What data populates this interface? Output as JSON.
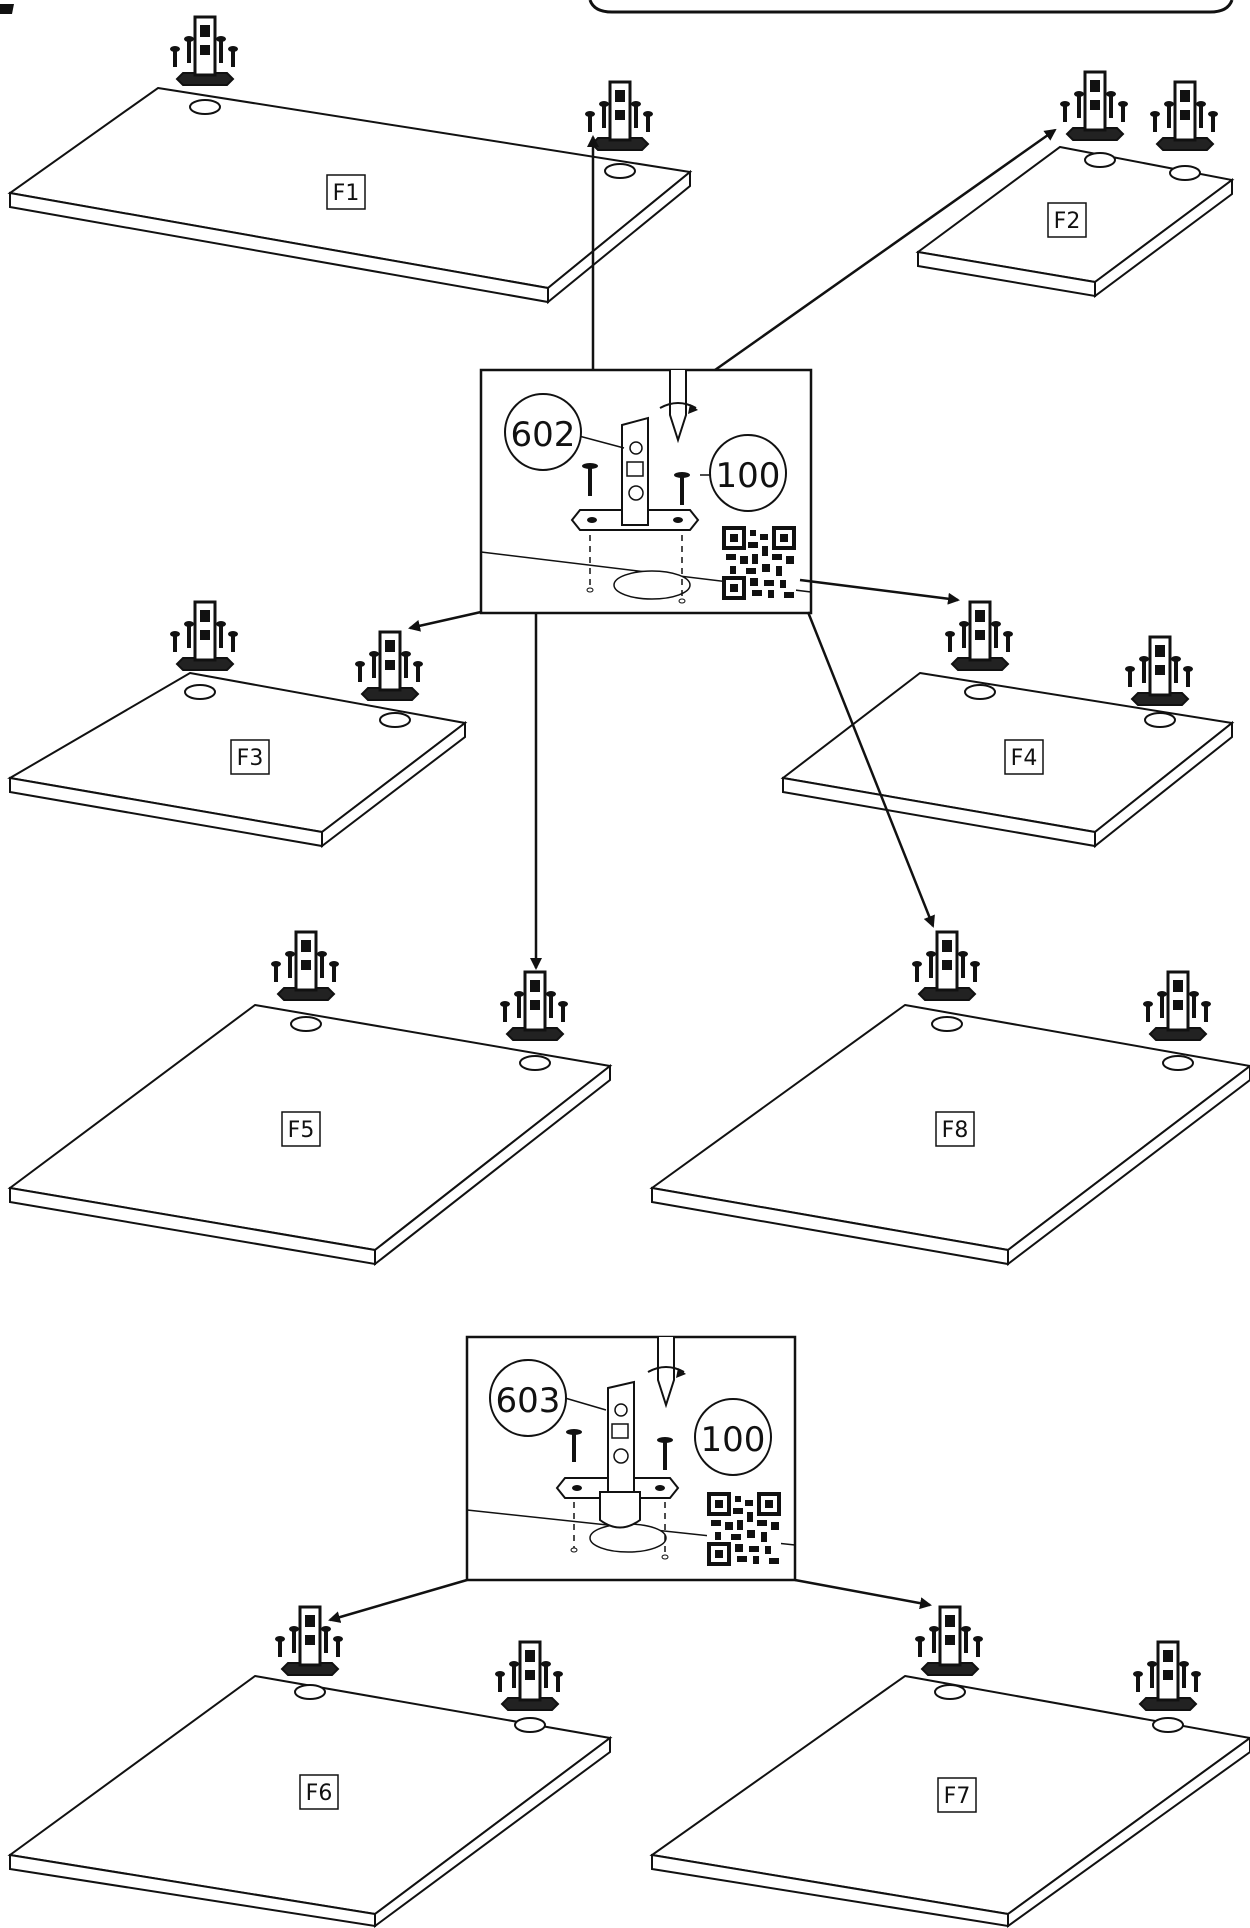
{
  "panels": [
    {
      "id": "F1",
      "label": "F1"
    },
    {
      "id": "F2",
      "label": "F2"
    },
    {
      "id": "F3",
      "label": "F3"
    },
    {
      "id": "F4",
      "label": "F4"
    },
    {
      "id": "F5",
      "label": "F5"
    },
    {
      "id": "F8",
      "label": "F8"
    },
    {
      "id": "F6",
      "label": "F6"
    },
    {
      "id": "F7",
      "label": "F7"
    }
  ],
  "detail_boxes": [
    {
      "id": "detail-1",
      "part_number": "602",
      "screw_number": "100"
    },
    {
      "id": "detail-2",
      "part_number": "603",
      "screw_number": "100"
    }
  ],
  "icons": {
    "hinge": "hinge-icon",
    "screwdriver": "screwdriver-icon",
    "qr": "qr-code-icon",
    "screw": "screw-icon"
  },
  "colors": {
    "line": "#111111",
    "background": "#ffffff"
  }
}
